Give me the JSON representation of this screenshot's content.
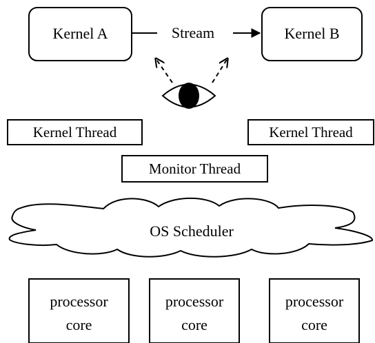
{
  "kernels": {
    "a_label": "Kernel A",
    "b_label": "Kernel B"
  },
  "stream_label": "Stream",
  "monitor_icon": "eye-icon",
  "threads": {
    "left_kernel_thread": "Kernel Thread",
    "right_kernel_thread": "Kernel Thread",
    "monitor_thread": "Monitor Thread"
  },
  "scheduler_label": "OS Scheduler",
  "cores": [
    {
      "line1": "processor",
      "line2": "core"
    },
    {
      "line1": "processor",
      "line2": "core"
    },
    {
      "line1": "processor",
      "line2": "core"
    }
  ]
}
